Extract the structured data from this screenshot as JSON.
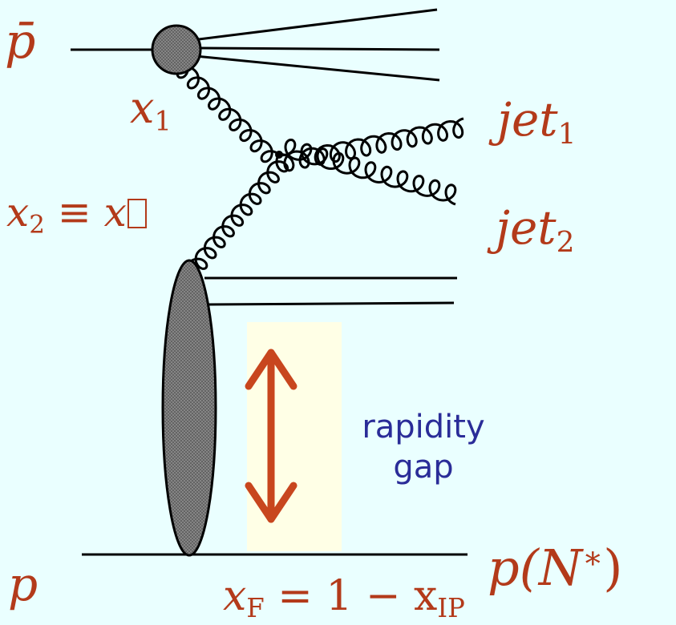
{
  "colors": {
    "background": "#eaffff",
    "label": "#b33a1a",
    "line": "#000000",
    "arrow": "#c8461e",
    "gap_box": "#ffffe6",
    "gap_text": "#2a2c98"
  },
  "labels": {
    "pbar": "p̄",
    "x1": "x",
    "x1_sub": "1",
    "jet1": "jet",
    "jet1_sub": "1",
    "jet2": "jet",
    "jet2_sub": "2",
    "x2": "x",
    "x2_sub": "2",
    "x2_rest": " ≡ x",
    "p": "p",
    "xf": "x",
    "xf_sub": "F",
    "xf_rest": " = 1 − x",
    "xf_rest_sub": "IP",
    "pN_open": "p(",
    "pN_N": "N",
    "pN_sup": "∗",
    "pN_close": ")",
    "gap_line1": "rapidity",
    "gap_line2": "gap"
  }
}
